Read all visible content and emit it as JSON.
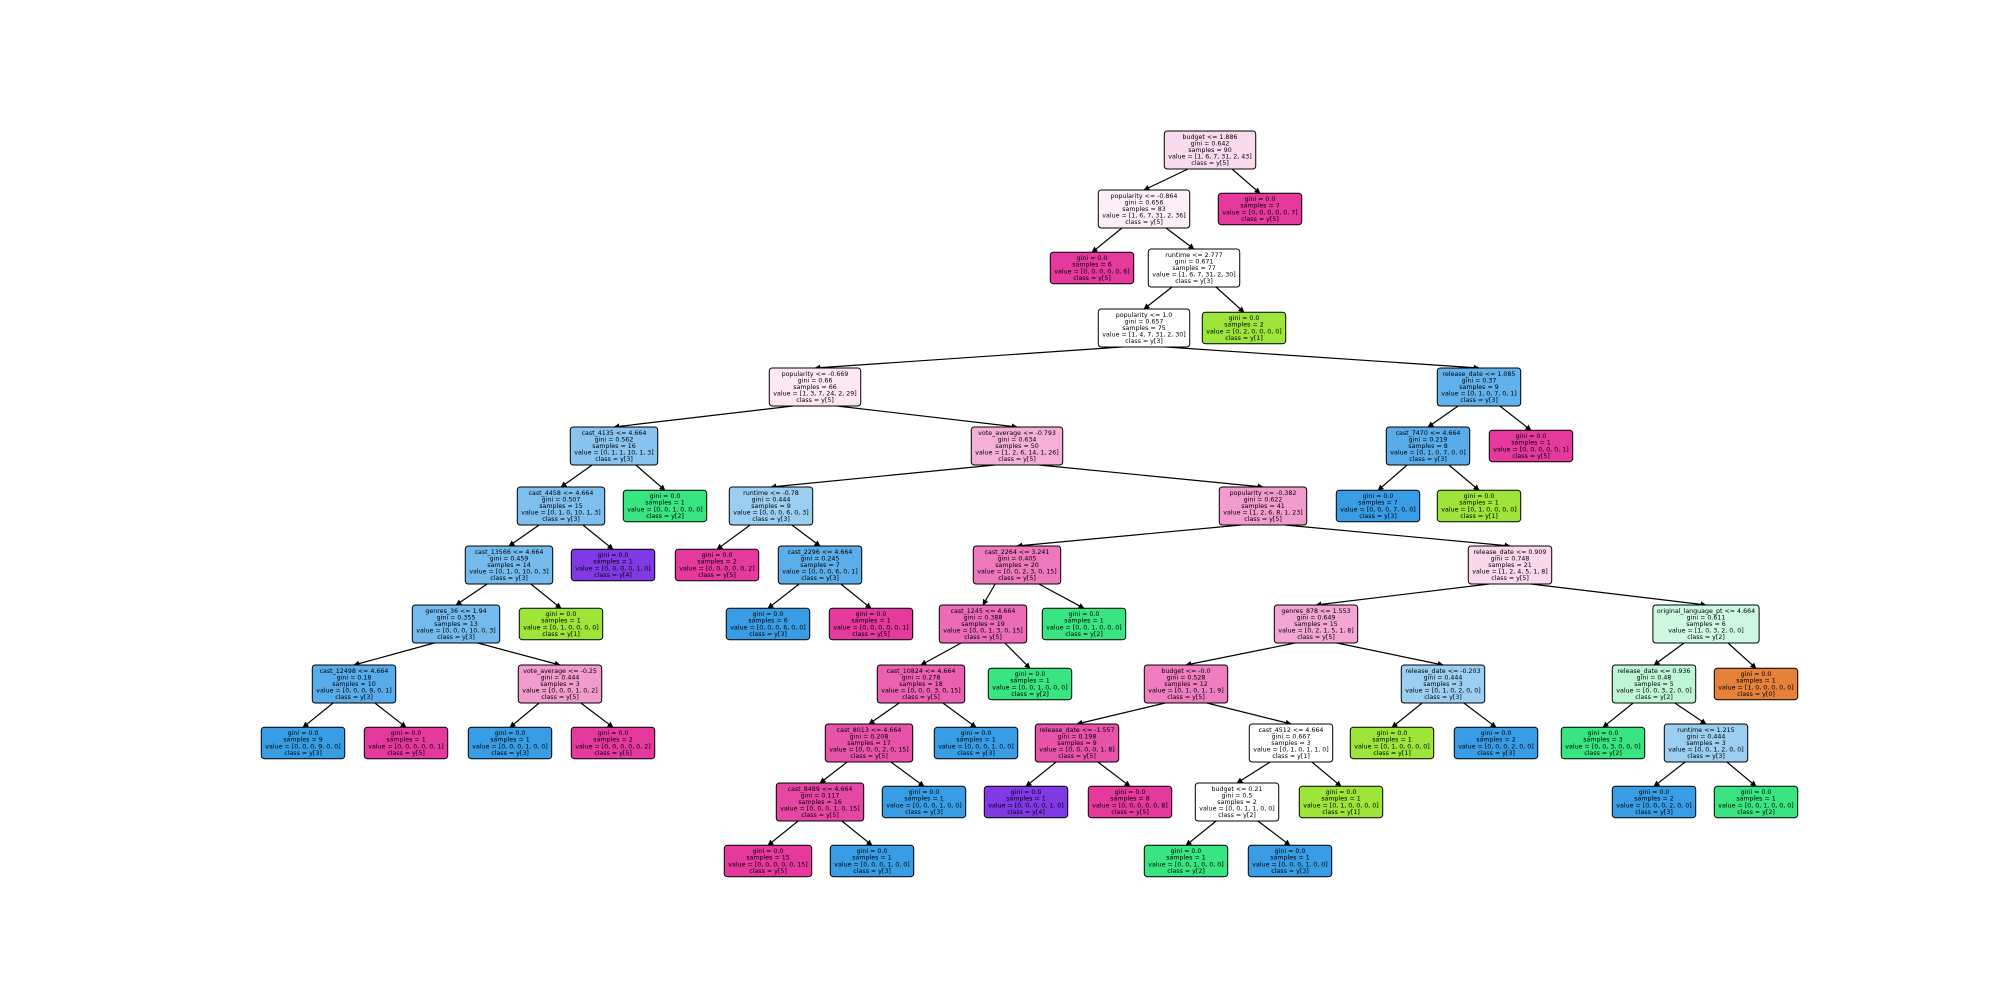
{
  "class_colors": {
    "y0": "#e58139",
    "y1": "#9de539",
    "y2": "#39e581",
    "y3": "#399de5",
    "y4": "#8139e5",
    "y5": "#e5399d"
  },
  "nodes": [
    {
      "id": "n0",
      "lines": [
        "budget <= 1.886",
        "gini = 0.642",
        "samples = 90",
        "value = [1, 6, 7, 31, 2, 43]",
        "class = y[5]"
      ],
      "cls": "y5",
      "strength": 0.18
    },
    {
      "id": "n1",
      "lines": [
        "popularity <= -0.864",
        "gini = 0.656",
        "samples = 83",
        "value = [1, 6, 7, 31, 2, 36]",
        "class = y[5]"
      ],
      "cls": "y5",
      "strength": 0.08
    },
    {
      "id": "n2",
      "lines": [
        "gini = 0.0",
        "samples = 7",
        "value = [0, 0, 0, 0, 0, 7]",
        "class = y[5]"
      ],
      "cls": "y5",
      "strength": 1.0
    },
    {
      "id": "n3",
      "lines": [
        "gini = 0.0",
        "samples = 6",
        "value = [0, 0, 0, 0, 0, 6]",
        "class = y[5]"
      ],
      "cls": "y5",
      "strength": 1.0
    },
    {
      "id": "n4",
      "lines": [
        "runtime <= 2.777",
        "gini = 0.671",
        "samples = 77",
        "value = [1, 6, 7, 31, 2, 30]",
        "class = y[3]"
      ],
      "cls": "y3",
      "strength": 0.0
    },
    {
      "id": "n5",
      "lines": [
        "popularity <= 1.0",
        "gini = 0.657",
        "samples = 75",
        "value = [1, 4, 7, 31, 2, 30]",
        "class = y[3]"
      ],
      "cls": "y3",
      "strength": 0.0
    },
    {
      "id": "n6",
      "lines": [
        "gini = 0.0",
        "samples = 2",
        "value = [0, 2, 0, 0, 0, 0]",
        "class = y[1]"
      ],
      "cls": "y1",
      "strength": 1.0
    },
    {
      "id": "n7",
      "lines": [
        "popularity <= -0.669",
        "gini = 0.66",
        "samples = 66",
        "value = [1, 3, 7, 24, 2, 29]",
        "class = y[5]"
      ],
      "cls": "y5",
      "strength": 0.12
    },
    {
      "id": "n8",
      "lines": [
        "release_date <= 1.085",
        "gini = 0.37",
        "samples = 9",
        "value = [0, 1, 0, 7, 0, 1]",
        "class = y[3]"
      ],
      "cls": "y3",
      "strength": 0.8
    },
    {
      "id": "n9",
      "lines": [
        "cast_4135 <= 4.664",
        "gini = 0.562",
        "samples = 16",
        "value = [0, 1, 1, 10, 1, 3]",
        "class = y[3]"
      ],
      "cls": "y3",
      "strength": 0.6
    },
    {
      "id": "n10",
      "lines": [
        "vote_average <= -0.793",
        "gini = 0.634",
        "samples = 50",
        "value = [1, 2, 6, 14, 1, 26]",
        "class = y[5]"
      ],
      "cls": "y5",
      "strength": 0.4
    },
    {
      "id": "n11",
      "lines": [
        "cast_7470 <= 4.664",
        "gini = 0.219",
        "samples = 8",
        "value = [0, 1, 0, 7, 0, 0]",
        "class = y[3]"
      ],
      "cls": "y3",
      "strength": 0.85
    },
    {
      "id": "n12",
      "lines": [
        "gini = 0.0",
        "samples = 1",
        "value = [0, 0, 0, 0, 0, 1]",
        "class = y[5]"
      ],
      "cls": "y5",
      "strength": 1.0
    },
    {
      "id": "n13",
      "lines": [
        "cast_4458 <= 4.664",
        "gini = 0.507",
        "samples = 15",
        "value = [0, 1, 0, 10, 1, 3]",
        "class = y[3]"
      ],
      "cls": "y3",
      "strength": 0.65
    },
    {
      "id": "n14",
      "lines": [
        "gini = 0.0",
        "samples = 1",
        "value = [0, 0, 1, 0, 0, 0]",
        "class = y[2]"
      ],
      "cls": "y2",
      "strength": 1.0
    },
    {
      "id": "n15",
      "lines": [
        "runtime <= -0.78",
        "gini = 0.444",
        "samples = 9",
        "value = [0, 0, 0, 6, 0, 3]",
        "class = y[3]"
      ],
      "cls": "y3",
      "strength": 0.5
    },
    {
      "id": "n16",
      "lines": [
        "popularity <= -0.382",
        "gini = 0.622",
        "samples = 41",
        "value = [1, 2, 6, 8, 1, 23]",
        "class = y[5]"
      ],
      "cls": "y5",
      "strength": 0.5
    },
    {
      "id": "n17",
      "lines": [
        "gini = 0.0",
        "samples = 7",
        "value = [0, 0, 0, 7, 0, 0]",
        "class = y[3]"
      ],
      "cls": "y3",
      "strength": 1.0
    },
    {
      "id": "n18",
      "lines": [
        "gini = 0.0",
        "samples = 1",
        "value = [0, 1, 0, 0, 0, 0]",
        "class = y[1]"
      ],
      "cls": "y1",
      "strength": 1.0
    },
    {
      "id": "n19",
      "lines": [
        "cast_13566 <= 4.664",
        "gini = 0.459",
        "samples = 14",
        "value = [0, 1, 0, 10, 0, 3]",
        "class = y[3]"
      ],
      "cls": "y3",
      "strength": 0.7
    },
    {
      "id": "n20",
      "lines": [
        "gini = 0.0",
        "samples = 1",
        "value = [0, 0, 0, 0, 1, 0]",
        "class = y[4]"
      ],
      "cls": "y4",
      "strength": 1.0
    },
    {
      "id": "n21",
      "lines": [
        "gini = 0.0",
        "samples = 2",
        "value = [0, 0, 0, 0, 0, 2]",
        "class = y[5]"
      ],
      "cls": "y5",
      "strength": 1.0
    },
    {
      "id": "n22",
      "lines": [
        "cast_2296 <= 4.664",
        "gini = 0.245",
        "samples = 7",
        "value = [0, 0, 0, 6, 0, 1]",
        "class = y[3]"
      ],
      "cls": "y3",
      "strength": 0.83
    },
    {
      "id": "n23",
      "lines": [
        "cast_2264 <= 3.241",
        "gini = 0.405",
        "samples = 20",
        "value = [0, 0, 2, 3, 0, 15]",
        "class = y[5]"
      ],
      "cls": "y5",
      "strength": 0.68
    },
    {
      "id": "n24",
      "lines": [
        "release_date <= 0.909",
        "gini = 0.748",
        "samples = 21",
        "value = [1, 2, 4, 5, 1, 8]",
        "class = y[5]"
      ],
      "cls": "y5",
      "strength": 0.2
    },
    {
      "id": "n25",
      "lines": [
        "genres_36 <= 1.94",
        "gini = 0.355",
        "samples = 13",
        "value = [0, 0, 0, 10, 0, 3]",
        "class = y[3]"
      ],
      "cls": "y3",
      "strength": 0.7
    },
    {
      "id": "n26",
      "lines": [
        "gini = 0.0",
        "samples = 1",
        "value = [0, 1, 0, 0, 0, 0]",
        "class = y[1]"
      ],
      "cls": "y1",
      "strength": 1.0
    },
    {
      "id": "n27",
      "lines": [
        "gini = 0.0",
        "samples = 6",
        "value = [0, 0, 0, 6, 0, 0]",
        "class = y[3]"
      ],
      "cls": "y3",
      "strength": 1.0
    },
    {
      "id": "n28",
      "lines": [
        "gini = 0.0",
        "samples = 1",
        "value = [0, 0, 0, 0, 0, 1]",
        "class = y[5]"
      ],
      "cls": "y5",
      "strength": 1.0
    },
    {
      "id": "n29",
      "lines": [
        "cast_1245 <= 4.664",
        "gini = 0.388",
        "samples = 19",
        "value = [0, 0, 1, 3, 0, 15]",
        "class = y[5]"
      ],
      "cls": "y5",
      "strength": 0.75
    },
    {
      "id": "n30",
      "lines": [
        "gini = 0.0",
        "samples = 1",
        "value = [0, 0, 1, 0, 0, 0]",
        "class = y[2]"
      ],
      "cls": "y2",
      "strength": 1.0
    },
    {
      "id": "n31",
      "lines": [
        "genres_878 <= 1.553",
        "gini = 0.649",
        "samples = 15",
        "value = [0, 2, 1, 5, 1, 8]",
        "class = y[5]"
      ],
      "cls": "y5",
      "strength": 0.45
    },
    {
      "id": "n32",
      "lines": [
        "original_language_pt <= 4.664",
        "gini = 0.611",
        "samples = 6",
        "value = [1, 0, 3, 2, 0, 0]",
        "class = y[2]"
      ],
      "cls": "y2",
      "strength": 0.25
    },
    {
      "id": "n33",
      "lines": [
        "cast_12498 <= 4.664",
        "gini = 0.18",
        "samples = 10",
        "value = [0, 0, 0, 9, 0, 1]",
        "class = y[3]"
      ],
      "cls": "y3",
      "strength": 0.85
    },
    {
      "id": "n34",
      "lines": [
        "vote_average <= -0.25",
        "gini = 0.444",
        "samples = 3",
        "value = [0, 0, 0, 1, 0, 2]",
        "class = y[5]"
      ],
      "cls": "y5",
      "strength": 0.5
    },
    {
      "id": "n35",
      "lines": [
        "cast_10824 <= 4.664",
        "gini = 0.278",
        "samples = 18",
        "value = [0, 0, 0, 3, 0, 15]",
        "class = y[5]"
      ],
      "cls": "y5",
      "strength": 0.8
    },
    {
      "id": "n36",
      "lines": [
        "gini = 0.0",
        "samples = 1",
        "value = [0, 0, 1, 0, 0, 0]",
        "class = y[2]"
      ],
      "cls": "y2",
      "strength": 1.0
    },
    {
      "id": "n37",
      "lines": [
        "budget <= -0.0",
        "gini = 0.528",
        "samples = 12",
        "value = [0, 1, 0, 1, 1, 9]",
        "class = y[5]"
      ],
      "cls": "y5",
      "strength": 0.65
    },
    {
      "id": "n38",
      "lines": [
        "release_date <= -0.203",
        "gini = 0.444",
        "samples = 3",
        "value = [0, 1, 0, 2, 0, 0]",
        "class = y[3]"
      ],
      "cls": "y3",
      "strength": 0.5
    },
    {
      "id": "n39",
      "lines": [
        "release_date <= 0.936",
        "gini = 0.48",
        "samples = 5",
        "value = [0, 0, 3, 2, 0, 0]",
        "class = y[2]"
      ],
      "cls": "y2",
      "strength": 0.33
    },
    {
      "id": "n40",
      "lines": [
        "gini = 0.0",
        "samples = 1",
        "value = [1, 0, 0, 0, 0, 0]",
        "class = y[0]"
      ],
      "cls": "y0",
      "strength": 1.0
    },
    {
      "id": "n41",
      "lines": [
        "gini = 0.0",
        "samples = 9",
        "value = [0, 0, 0, 9, 0, 0]",
        "class = y[3]"
      ],
      "cls": "y3",
      "strength": 1.0
    },
    {
      "id": "n42",
      "lines": [
        "gini = 0.0",
        "samples = 1",
        "value = [0, 0, 0, 0, 0, 1]",
        "class = y[5]"
      ],
      "cls": "y5",
      "strength": 1.0
    },
    {
      "id": "n43",
      "lines": [
        "gini = 0.0",
        "samples = 1",
        "value = [0, 0, 0, 1, 0, 0]",
        "class = y[3]"
      ],
      "cls": "y3",
      "strength": 1.0
    },
    {
      "id": "n44",
      "lines": [
        "gini = 0.0",
        "samples = 2",
        "value = [0, 0, 0, 0, 0, 2]",
        "class = y[5]"
      ],
      "cls": "y5",
      "strength": 1.0
    },
    {
      "id": "n45",
      "lines": [
        "cast_8013 <= 4.664",
        "gini = 0.208",
        "samples = 17",
        "value = [0, 0, 0, 2, 0, 15]",
        "class = y[5]"
      ],
      "cls": "y5",
      "strength": 0.87
    },
    {
      "id": "n46",
      "lines": [
        "gini = 0.0",
        "samples = 1",
        "value = [0, 0, 0, 1, 0, 0]",
        "class = y[3]"
      ],
      "cls": "y3",
      "strength": 1.0
    },
    {
      "id": "n47",
      "lines": [
        "release_date <= -1.557",
        "gini = 0.198",
        "samples = 9",
        "value = [0, 0, 0, 0, 1, 8]",
        "class = y[5]"
      ],
      "cls": "y5",
      "strength": 0.87
    },
    {
      "id": "n48",
      "lines": [
        "cast_4512 <= 4.664",
        "gini = 0.667",
        "samples = 3",
        "value = [0, 1, 0, 1, 1, 0]",
        "class = y[1]"
      ],
      "cls": "y1",
      "strength": 0.0
    },
    {
      "id": "n49",
      "lines": [
        "gini = 0.0",
        "samples = 1",
        "value = [0, 1, 0, 0, 0, 0]",
        "class = y[1]"
      ],
      "cls": "y1",
      "strength": 1.0
    },
    {
      "id": "n50",
      "lines": [
        "gini = 0.0",
        "samples = 2",
        "value = [0, 0, 0, 2, 0, 0]",
        "class = y[3]"
      ],
      "cls": "y3",
      "strength": 1.0
    },
    {
      "id": "n51",
      "lines": [
        "gini = 0.0",
        "samples = 3",
        "value = [0, 0, 3, 0, 0, 0]",
        "class = y[2]"
      ],
      "cls": "y2",
      "strength": 1.0
    },
    {
      "id": "n52",
      "lines": [
        "runtime <= 1.215",
        "gini = 0.444",
        "samples = 3",
        "value = [0, 0, 1, 2, 0, 0]",
        "class = y[3]"
      ],
      "cls": "y3",
      "strength": 0.5
    },
    {
      "id": "n53",
      "lines": [
        "cast_8489 <= 4.664",
        "gini = 0.117",
        "samples = 16",
        "value = [0, 0, 0, 1, 0, 15]",
        "class = y[5]"
      ],
      "cls": "y5",
      "strength": 0.93
    },
    {
      "id": "n54",
      "lines": [
        "gini = 0.0",
        "samples = 1",
        "value = [0, 0, 0, 1, 0, 0]",
        "class = y[3]"
      ],
      "cls": "y3",
      "strength": 1.0
    },
    {
      "id": "n55",
      "lines": [
        "gini = 0.0",
        "samples = 1",
        "value = [0, 0, 0, 0, 1, 0]",
        "class = y[4]"
      ],
      "cls": "y4",
      "strength": 1.0
    },
    {
      "id": "n56",
      "lines": [
        "gini = 0.0",
        "samples = 8",
        "value = [0, 0, 0, 0, 0, 8]",
        "class = y[5]"
      ],
      "cls": "y5",
      "strength": 1.0
    },
    {
      "id": "n57",
      "lines": [
        "budget <= 0.21",
        "gini = 0.5",
        "samples = 2",
        "value = [0, 0, 1, 1, 0, 0]",
        "class = y[2]"
      ],
      "cls": "y2",
      "strength": 0.0
    },
    {
      "id": "n58",
      "lines": [
        "gini = 0.0",
        "samples = 1",
        "value = [0, 1, 0, 0, 0, 0]",
        "class = y[1]"
      ],
      "cls": "y1",
      "strength": 1.0
    },
    {
      "id": "n59",
      "lines": [
        "gini = 0.0",
        "samples = 2",
        "value = [0, 0, 0, 2, 0, 0]",
        "class = y[3]"
      ],
      "cls": "y3",
      "strength": 1.0
    },
    {
      "id": "n60",
      "lines": [
        "gini = 0.0",
        "samples = 1",
        "value = [0, 0, 1, 0, 0, 0]",
        "class = y[2]"
      ],
      "cls": "y2",
      "strength": 1.0
    },
    {
      "id": "n61",
      "lines": [
        "gini = 0.0",
        "samples = 15",
        "value = [0, 0, 0, 0, 0, 15]",
        "class = y[5]"
      ],
      "cls": "y5",
      "strength": 1.0
    },
    {
      "id": "n62",
      "lines": [
        "gini = 0.0",
        "samples = 1",
        "value = [0, 0, 0, 1, 0, 0]",
        "class = y[3]"
      ],
      "cls": "y3",
      "strength": 1.0
    },
    {
      "id": "n63",
      "lines": [
        "gini = 0.0",
        "samples = 1",
        "value = [0, 0, 1, 0, 0, 0]",
        "class = y[2]"
      ],
      "cls": "y2",
      "strength": 1.0
    },
    {
      "id": "n64",
      "lines": [
        "gini = 0.0",
        "samples = 1",
        "value = [0, 0, 0, 1, 0, 0]",
        "class = y[3]"
      ],
      "cls": "y3",
      "strength": 1.0
    }
  ],
  "edges": [
    [
      "n0",
      "n1"
    ],
    [
      "n0",
      "n2"
    ],
    [
      "n1",
      "n3"
    ],
    [
      "n1",
      "n4"
    ],
    [
      "n4",
      "n5"
    ],
    [
      "n4",
      "n6"
    ],
    [
      "n5",
      "n7"
    ],
    [
      "n5",
      "n8"
    ],
    [
      "n7",
      "n9"
    ],
    [
      "n7",
      "n10"
    ],
    [
      "n8",
      "n11"
    ],
    [
      "n8",
      "n12"
    ],
    [
      "n9",
      "n13"
    ],
    [
      "n9",
      "n14"
    ],
    [
      "n10",
      "n15"
    ],
    [
      "n10",
      "n16"
    ],
    [
      "n11",
      "n17"
    ],
    [
      "n11",
      "n18"
    ],
    [
      "n13",
      "n19"
    ],
    [
      "n13",
      "n20"
    ],
    [
      "n15",
      "n21"
    ],
    [
      "n15",
      "n22"
    ],
    [
      "n16",
      "n23"
    ],
    [
      "n16",
      "n24"
    ],
    [
      "n19",
      "n25"
    ],
    [
      "n19",
      "n26"
    ],
    [
      "n22",
      "n27"
    ],
    [
      "n22",
      "n28"
    ],
    [
      "n23",
      "n29"
    ],
    [
      "n23",
      "n30"
    ],
    [
      "n24",
      "n31"
    ],
    [
      "n24",
      "n32"
    ],
    [
      "n25",
      "n33"
    ],
    [
      "n25",
      "n34"
    ],
    [
      "n29",
      "n35"
    ],
    [
      "n29",
      "n36"
    ],
    [
      "n31",
      "n37"
    ],
    [
      "n31",
      "n38"
    ],
    [
      "n32",
      "n39"
    ],
    [
      "n32",
      "n40"
    ],
    [
      "n33",
      "n41"
    ],
    [
      "n33",
      "n42"
    ],
    [
      "n34",
      "n43"
    ],
    [
      "n34",
      "n44"
    ],
    [
      "n35",
      "n45"
    ],
    [
      "n35",
      "n46"
    ],
    [
      "n37",
      "n47"
    ],
    [
      "n37",
      "n48"
    ],
    [
      "n38",
      "n49"
    ],
    [
      "n38",
      "n50"
    ],
    [
      "n39",
      "n51"
    ],
    [
      "n39",
      "n52"
    ],
    [
      "n45",
      "n53"
    ],
    [
      "n45",
      "n54"
    ],
    [
      "n47",
      "n55"
    ],
    [
      "n47",
      "n56"
    ],
    [
      "n48",
      "n57"
    ],
    [
      "n48",
      "n58"
    ],
    [
      "n52",
      "n59"
    ],
    [
      "n52",
      "n60"
    ],
    [
      "n53",
      "n61"
    ],
    [
      "n53",
      "n62"
    ],
    [
      "n57",
      "n63"
    ],
    [
      "n57",
      "n64"
    ]
  ]
}
